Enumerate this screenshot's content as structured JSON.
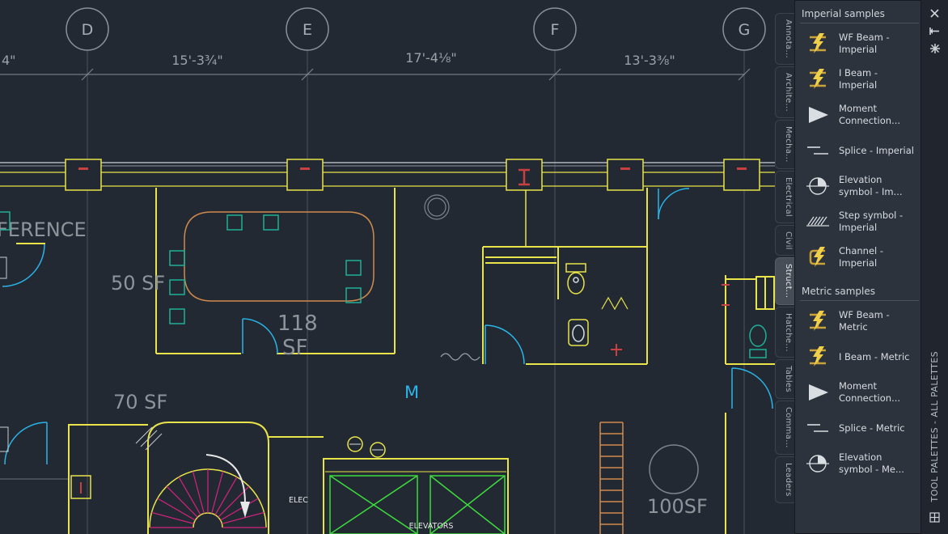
{
  "drawing": {
    "grid_bubbles": [
      "D",
      "E",
      "F",
      "G"
    ],
    "dimensions": {
      "partial_left": "4\"",
      "d_e": "15'-3¾\"",
      "e_f": "17'-4⅛\"",
      "f_g": "13'-3⅜\""
    },
    "labels": {
      "conference_partial": "FERENCE",
      "room_50": "50 SF",
      "room_118_line1": "118",
      "room_118_line2": "SF",
      "room_70": "70 SF",
      "room_100": "100SF",
      "elec": "ELEC",
      "elevators": "ELEVATORS",
      "m_marker": "M"
    }
  },
  "palette": {
    "title": "TOOL PALETTES - ALL PALETTES",
    "active_tab": "Struct...",
    "tabs": [
      {
        "label": "Annota..."
      },
      {
        "label": "Archite..."
      },
      {
        "label": "Mecha..."
      },
      {
        "label": "Electrical"
      },
      {
        "label": "Civil"
      },
      {
        "label": "Struct..."
      },
      {
        "label": "Hatche..."
      },
      {
        "label": "Tables"
      },
      {
        "label": "Comma..."
      },
      {
        "label": "Leaders"
      }
    ],
    "sections": [
      {
        "header": "Imperial samples",
        "items": [
          {
            "label": "WF Beam - Imperial",
            "icon": "wf-beam-icon"
          },
          {
            "label": "I Beam - Imperial",
            "icon": "i-beam-icon"
          },
          {
            "label": "Moment Connection...",
            "icon": "moment-connection-icon"
          },
          {
            "label": "Splice - Imperial",
            "icon": "splice-icon"
          },
          {
            "label": "Elevation symbol - Im...",
            "icon": "elevation-symbol-icon"
          },
          {
            "label": "Step symbol - Imperial",
            "icon": "step-symbol-icon"
          },
          {
            "label": "Channel - Imperial",
            "icon": "channel-icon"
          }
        ]
      },
      {
        "header": "Metric samples",
        "items": [
          {
            "label": "WF Beam - Metric",
            "icon": "wf-beam-icon"
          },
          {
            "label": "I Beam - Metric",
            "icon": "i-beam-icon"
          },
          {
            "label": "Moment Connection...",
            "icon": "moment-connection-icon"
          },
          {
            "label": "Splice - Metric",
            "icon": "splice-icon"
          },
          {
            "label": "Elevation symbol - Me...",
            "icon": "elevation-symbol-icon"
          }
        ]
      }
    ],
    "colors": {
      "wall_yellow": "#e8e44a",
      "door_cyan": "#29b5e8",
      "furniture_orange": "#cf8a4d",
      "chair_teal": "#1fb096",
      "elevator_green": "#3ddc3d",
      "stair_magenta": "#d6237e",
      "column_red": "#c94040"
    }
  }
}
